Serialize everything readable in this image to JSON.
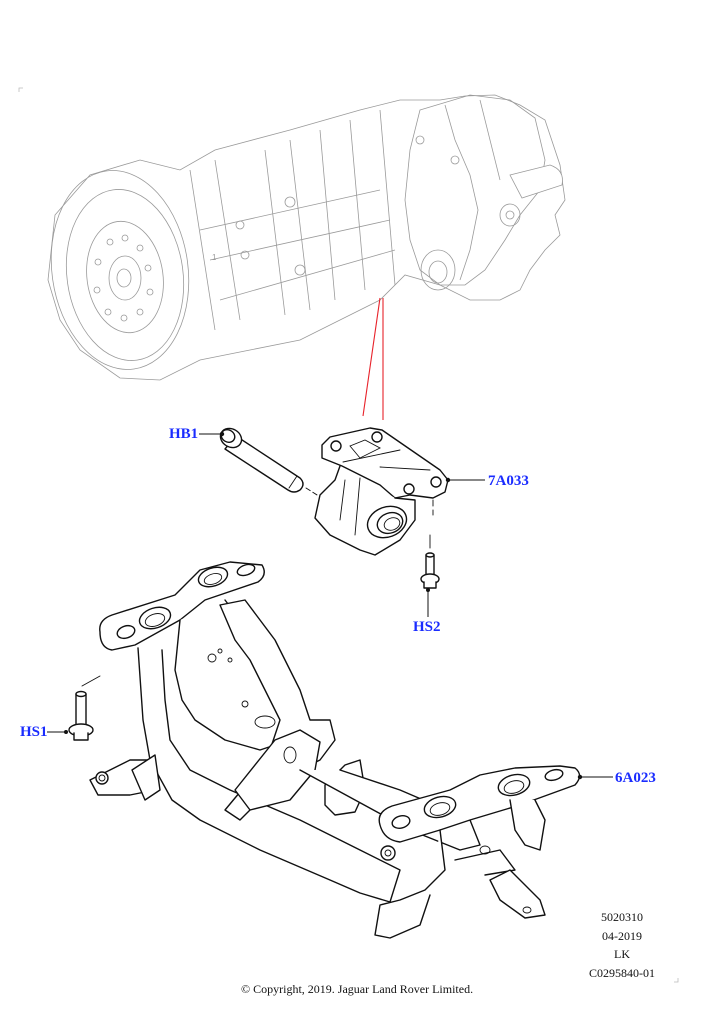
{
  "diagram": {
    "title": "Transmission mounting and crossmember exploded view",
    "accent_color": "#1a2cff",
    "leader_color_transmission": "#e8222a",
    "callouts": [
      {
        "id": "HB1",
        "label": "HB1",
        "part": "mounting bolt"
      },
      {
        "id": "7A033",
        "label": "7A033",
        "part": "transmission mount"
      },
      {
        "id": "HS2",
        "label": "HS2",
        "part": "mount to crossmember bolt"
      },
      {
        "id": "HS1",
        "label": "HS1",
        "part": "crossmember bolt"
      },
      {
        "id": "6A023",
        "label": "6A023",
        "part": "transmission crossmember"
      }
    ],
    "parts_depicted": [
      "transmission-assembly",
      "mounting-bolt",
      "transmission-mount",
      "mount-bolt",
      "crossmember-bolt",
      "crossmember"
    ]
  },
  "meta_block": {
    "lines": [
      "5020310",
      "04-2019",
      "LK",
      "C0295840-01"
    ]
  },
  "footer": {
    "copyright": "© Copyright, 2019. Jaguar Land Rover Limited."
  }
}
